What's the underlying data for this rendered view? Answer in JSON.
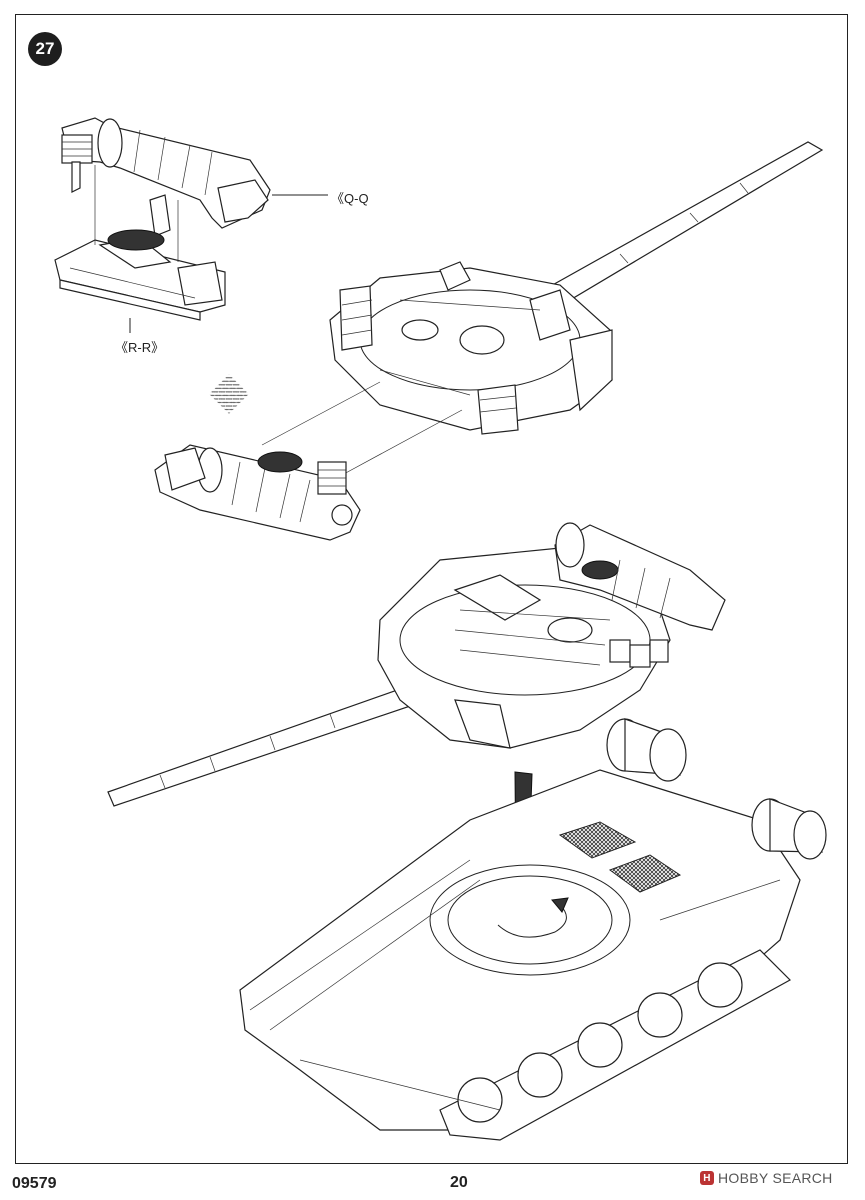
{
  "step": {
    "number": "27"
  },
  "callouts": {
    "qq": "《Q-Q",
    "rr": "《R-R》"
  },
  "footer": {
    "product_code": "09579",
    "page_number": "20"
  },
  "watermark": {
    "brand": "HOBBY SEARCH"
  },
  "icons": {
    "step_badge": "filled-circle-number",
    "assembly_arrow": "down-arrow-icon",
    "rotate_arrow": "rotate-icon",
    "watermark_logo": "hobby-search-logo-icon"
  }
}
